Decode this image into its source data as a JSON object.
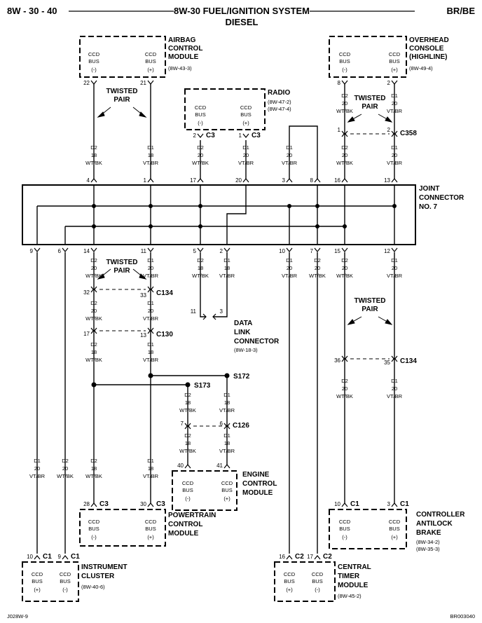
{
  "header": {
    "code": "8W - 30 - 40",
    "title_line1": "8W-30 FUEL/IGNITION SYSTEM",
    "title_line2": "DIESEL",
    "tag": "BR/BE"
  },
  "footer": {
    "left": "J028W-9",
    "right": "BR003040"
  },
  "labels": {
    "ccd_bus": "CCD\nBUS",
    "minus": "(-)",
    "plus": "(+)",
    "twisted_pair": "TWISTED\nPAIR",
    "d2": "D2",
    "d1": "D1",
    "g18": "18",
    "g20": "20",
    "wtbk": "WT/BK",
    "vtbr": "VT/BR"
  },
  "modules": {
    "airbag": {
      "name": "AIRBAG\nCONTROL\nMODULE",
      "ref": "(8W-43-3)",
      "pin_left": "22",
      "pin_right": "21"
    },
    "radio": {
      "name": "RADIO",
      "ref": "(8W-47-2)\n(8W-47-4)",
      "pin_left": "2",
      "pin_right": "1",
      "conn": "C3"
    },
    "overhead": {
      "name": "OVERHEAD\nCONSOLE\n(HIGHLINE)",
      "ref": "(8W-49-4)",
      "pin_left": "8",
      "pin_right": "2"
    },
    "joint": {
      "name": "JOINT\nCONNECTOR\nNO. 7",
      "top_pins": [
        "4",
        "1",
        "17",
        "20",
        "3",
        "8",
        "16",
        "13"
      ],
      "bottom_pins": [
        "9",
        "6",
        "14",
        "11",
        "5",
        "2",
        "10",
        "7",
        "15",
        "12"
      ]
    },
    "dlc": {
      "name": "DATA\nLINK\nCONNECTOR",
      "ref": "(8W-18-3)",
      "pin_left": "11",
      "pin_right": "3"
    },
    "ecm": {
      "name": "ENGINE\nCONTROL\nMODULE",
      "pin_left": "40",
      "pin_right": "41"
    },
    "pcm": {
      "name": "POWERTRAIN\nCONTROL\nMODULE",
      "pin_left": "28",
      "pin_right": "30",
      "conn": "C3"
    },
    "cluster": {
      "name": "INSTRUMENT\nCLUSTER",
      "ref": "(8W-40-6)",
      "pin_left": "10",
      "pin_right": "9",
      "conn": "C1"
    },
    "ctm": {
      "name": "CENTRAL\nTIMER\nMODULE",
      "ref": "(8W-45-2)",
      "pin_left": "16",
      "pin_right": "17",
      "conn": "C2"
    },
    "abs": {
      "name": "CONTROLLER\nANTILOCK\nBRAKE",
      "ref": "(8W-34-2)\n(8W-35-3)",
      "pin_left": "10",
      "pin_right": "3",
      "conn": "C1"
    }
  },
  "connectors": {
    "c358": {
      "name": "C358",
      "pin_left": "1",
      "pin_right": "2"
    },
    "c134_left": {
      "name": "C134",
      "pin_left": "32",
      "pin_right": "33"
    },
    "c130": {
      "name": "C130",
      "pin_left": "17",
      "pin_right": "13"
    },
    "c126": {
      "name": "C126",
      "pin_left": "7",
      "pin_right": "6"
    },
    "c134_right": {
      "name": "C134",
      "pin_left": "36",
      "pin_right": "35"
    }
  },
  "splices": {
    "s172": "S172",
    "s173": "S173"
  }
}
